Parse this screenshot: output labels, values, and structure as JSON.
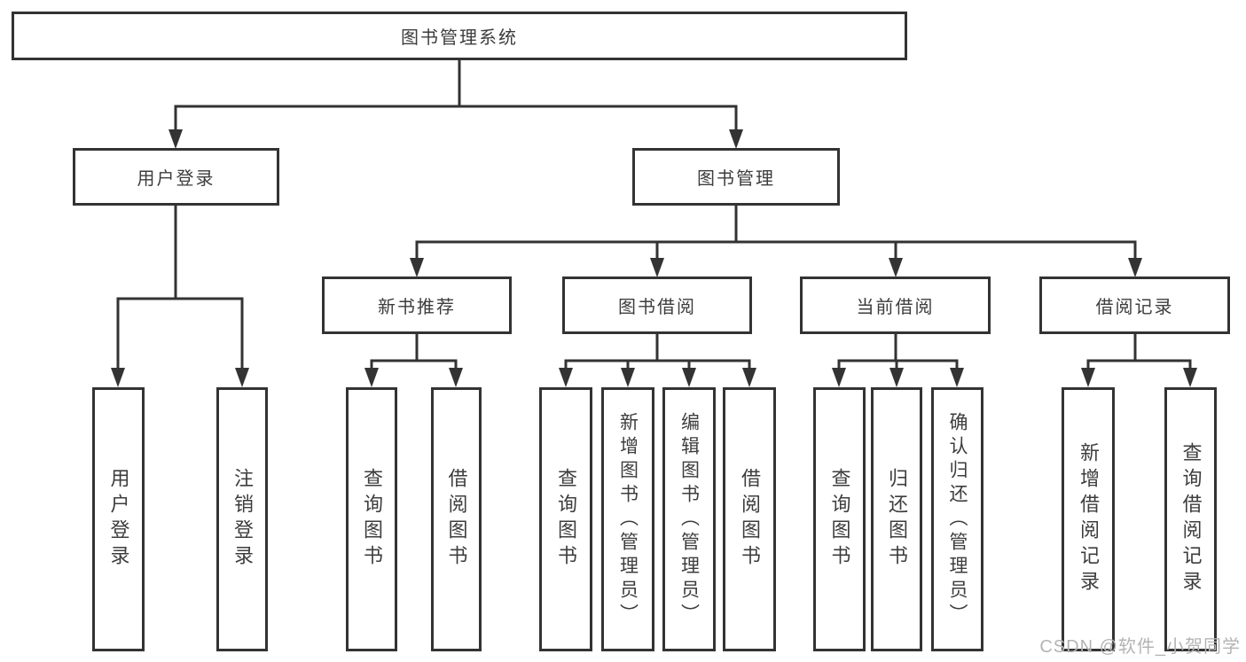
{
  "title": "图书管理系统",
  "tree": {
    "label": "图书管理系统",
    "children": [
      {
        "label": "用户登录",
        "children": [
          {
            "label": "用户登录"
          },
          {
            "label": "注销登录"
          }
        ]
      },
      {
        "label": "图书管理",
        "children": [
          {
            "label": "新书推荐",
            "children": [
              {
                "label": "查询图书"
              },
              {
                "label": "借阅图书"
              }
            ]
          },
          {
            "label": "图书借阅",
            "children": [
              {
                "label": "查询图书"
              },
              {
                "label": "新增图书（管理员）"
              },
              {
                "label": "编辑图书（管理员）"
              },
              {
                "label": "借阅图书"
              }
            ]
          },
          {
            "label": "当前借阅",
            "children": [
              {
                "label": "查询图书"
              },
              {
                "label": "归还图书"
              },
              {
                "label": "确认归还（管理员）"
              }
            ]
          },
          {
            "label": "借阅记录",
            "children": [
              {
                "label": "新增借阅记录"
              },
              {
                "label": "查询借阅记录"
              }
            ]
          }
        ]
      }
    ]
  },
  "watermark": "CSDN @软件_小贺同学",
  "colors": {
    "line": "#333333",
    "text": "#3d3d3d",
    "box_background": "#ffffff",
    "page_background": "#ffffff",
    "watermark": "#b4b4b4"
  }
}
